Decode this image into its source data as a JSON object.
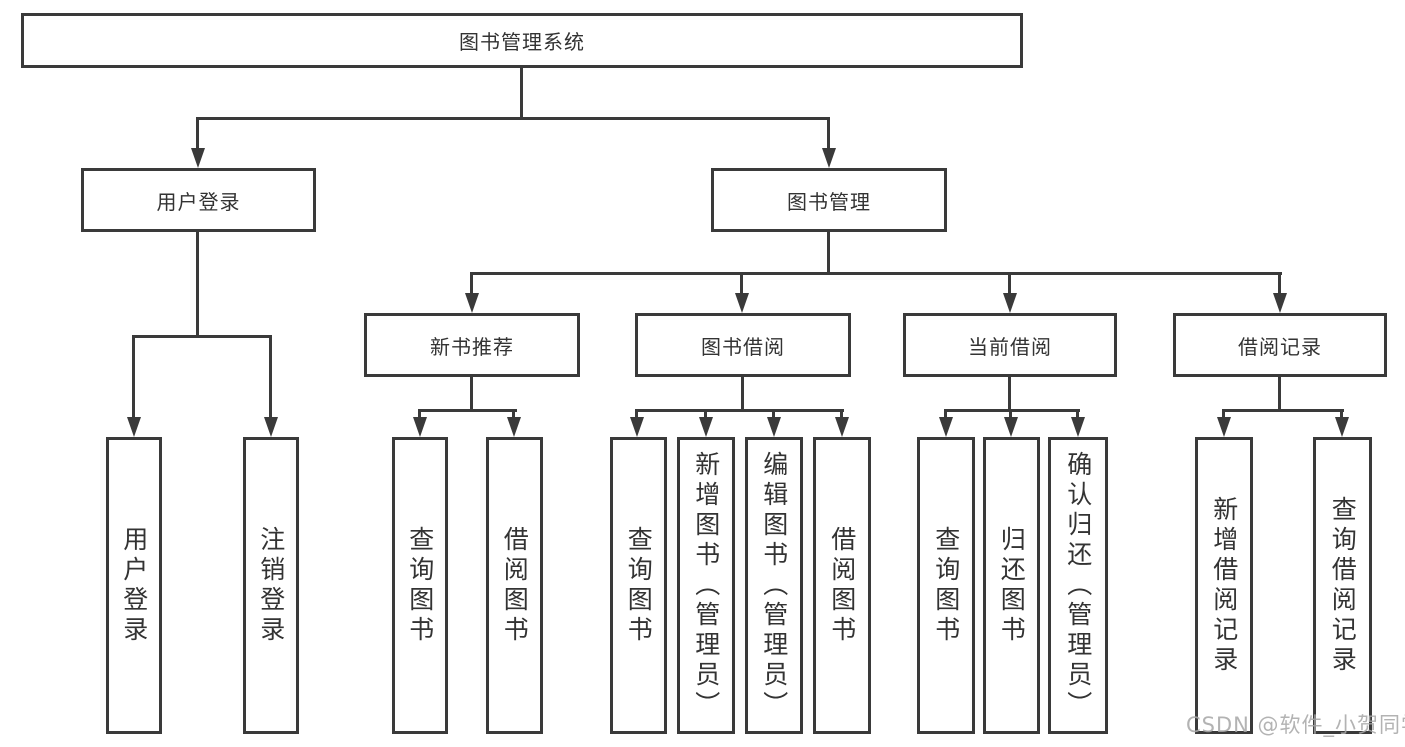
{
  "tree": {
    "label": "图书管理系统",
    "children": [
      {
        "label": "用户登录",
        "children": [
          {
            "label": "用户登录"
          },
          {
            "label": "注销登录"
          }
        ]
      },
      {
        "label": "图书管理",
        "children": [
          {
            "label": "新书推荐",
            "children": [
              {
                "label": "查询图书"
              },
              {
                "label": "借阅图书"
              }
            ]
          },
          {
            "label": "图书借阅",
            "children": [
              {
                "label": "查询图书"
              },
              {
                "label": "新增图书（管理员）"
              },
              {
                "label": "编辑图书（管理员）"
              },
              {
                "label": "借阅图书"
              }
            ]
          },
          {
            "label": "当前借阅",
            "children": [
              {
                "label": "查询图书"
              },
              {
                "label": "归还图书"
              },
              {
                "label": "确认归还（管理员）"
              }
            ]
          },
          {
            "label": "借阅记录",
            "children": [
              {
                "label": "新增借阅记录"
              },
              {
                "label": "查询借阅记录"
              }
            ]
          }
        ]
      }
    ]
  },
  "watermark": {
    "text": "CSDN @软件_小贺同学"
  },
  "colors": {
    "line": "#3a3a3a",
    "box_border": "#3a3a3a",
    "background": "#ffffff",
    "watermark": "#a8a8a8"
  }
}
